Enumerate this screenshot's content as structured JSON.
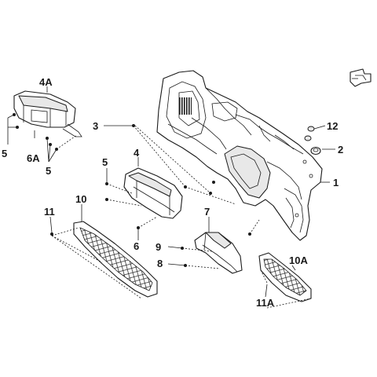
{
  "callouts": [
    {
      "id": "c1",
      "text": "1"
    },
    {
      "id": "c2",
      "text": "2"
    },
    {
      "id": "c3",
      "text": "3"
    },
    {
      "id": "c4",
      "text": "4"
    },
    {
      "id": "c4a",
      "text": "4A"
    },
    {
      "id": "c5a",
      "text": "5"
    },
    {
      "id": "c5b",
      "text": "5"
    },
    {
      "id": "c5c",
      "text": "5"
    },
    {
      "id": "c6",
      "text": "6"
    },
    {
      "id": "c6a",
      "text": "6A"
    },
    {
      "id": "c7",
      "text": "7"
    },
    {
      "id": "c8",
      "text": "8"
    },
    {
      "id": "c9",
      "text": "9"
    },
    {
      "id": "c10",
      "text": "10"
    },
    {
      "id": "c10a",
      "text": "10A"
    },
    {
      "id": "c11",
      "text": "11"
    },
    {
      "id": "c11a",
      "text": "11A"
    },
    {
      "id": "c12",
      "text": "12"
    }
  ],
  "icons": {
    "orientation": "vehicle-direction-icon"
  }
}
